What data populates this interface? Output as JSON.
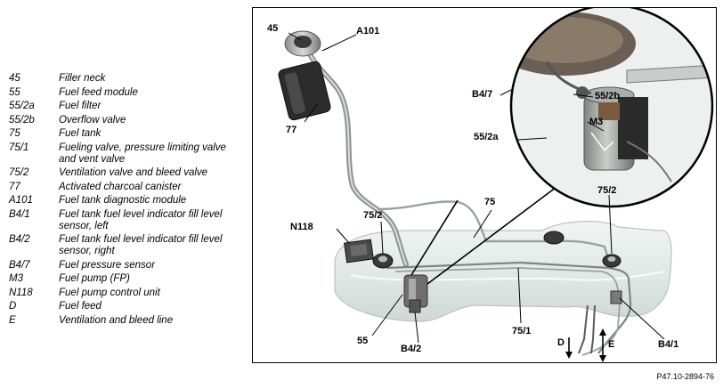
{
  "legend": [
    {
      "code": "45",
      "text": "Filler neck"
    },
    {
      "code": "55",
      "text": "Fuel feed module"
    },
    {
      "code": "55/2a",
      "text": "Fuel filter"
    },
    {
      "code": "55/2b",
      "text": "Overflow valve"
    },
    {
      "code": "75",
      "text": "Fuel tank"
    },
    {
      "code": "75/1",
      "text": "Fueling valve, pressure limiting valve and vent valve"
    },
    {
      "code": "75/2",
      "text": "Ventilation valve and bleed valve"
    },
    {
      "code": "77",
      "text": "Activated charcoal canister"
    },
    {
      "code": "A101",
      "text": "Fuel tank diagnostic module"
    },
    {
      "code": "B4/1",
      "text": "Fuel tank fuel level indicator fill level sensor, left"
    },
    {
      "code": "B4/2",
      "text": "Fuel tank fuel level indicator fill level sensor, right"
    },
    {
      "code": "B4/7",
      "text": "Fuel pressure sensor"
    },
    {
      "code": "M3",
      "text": "Fuel pump (FP)"
    },
    {
      "code": "N118",
      "text": "Fuel pump control unit"
    },
    {
      "code": "D",
      "text": "Fuel feed"
    },
    {
      "code": "E",
      "text": "Ventilation and bleed line"
    }
  ],
  "callouts": {
    "c45": "45",
    "a101": "A101",
    "c77": "77",
    "b47": "B4/7",
    "c55_2b": "55/2b",
    "m3": "M3",
    "c55_2a": "55/2a",
    "c75": "75",
    "c75_2_left": "75/2",
    "c75_2_right": "75/2",
    "n118": "N118",
    "c55": "55",
    "b42": "B4/2",
    "c75_1": "75/1",
    "d": "D",
    "e": "E",
    "b41": "B4/1"
  },
  "figure_ref": "P47.10-2894-76"
}
